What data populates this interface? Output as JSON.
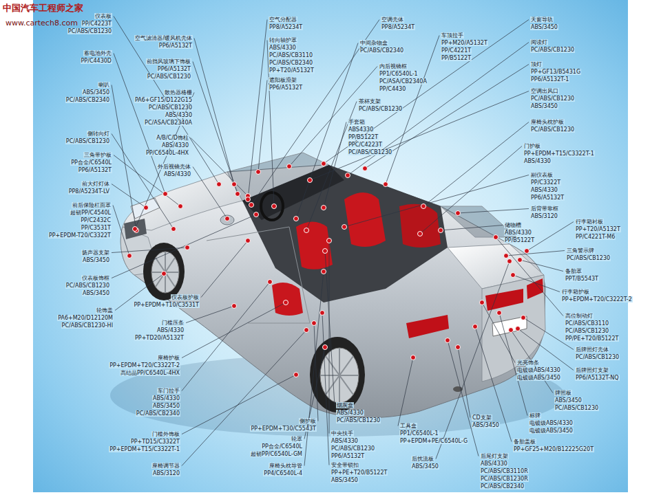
{
  "diagram": {
    "labels": [
      "中国汽车工程师之家",
      "www.cartech8.com",
      "仪表板",
      "PP/C4223T",
      "PC/ABS/CB1230",
      "蓄电池外壳",
      "PP/C4430D",
      "喇叭",
      "ABS/3450",
      "PC/ABS/CB2340",
      "侧转向灯",
      "PC/ABS/CB1230",
      "三角带护板",
      "PP合金/C6540L",
      "PP6/A5132T",
      "前大灯灯体",
      "PP8/A5234T-LV",
      "前后保险杠面罩",
      "超韧PP/C4540L",
      "PP/C2432C",
      "PP/C3531T",
      "PP+EPDM-T20/C3322T",
      "扬声器支架",
      "ABS/3450",
      "仪表板饰框",
      "PC/ABS/CB1230",
      "ABS/3450",
      "轮饰盖",
      "PA6+M20/D12120M",
      "PC/ABS/CB1230-HI",
      "空气滤清器/暖风机壳体",
      "PP6/A5132T",
      "前挡风玻璃下饰板",
      "PP6/A5132T",
      "PC/ABS/CB1230",
      "散热器格栅",
      "PA6+GF15/D122G15",
      "PC/ABS/CB1230",
      "ABS/4330",
      "PC/ASA/CB2340A",
      "A/B/C/D饰柱",
      "ABS/4330",
      "PP/C6540L-4HX",
      "外后视镜壳体",
      "ABS/4330",
      "仪表板护板",
      "PP+EPDM+T10/C3531T",
      "门槛压条",
      "ABS/4330",
      "PP+TD20/A5132T",
      "座椅护板",
      "PP+EPDM+T20/C3322T-2",
      "高结晶PP/C6540L-4HX",
      "车门拉手",
      "ABS/4330",
      "ABS/3450",
      "PC/ABS/CB2340",
      "门槛外饰板",
      "PP+TD15/C3322T",
      "PP+EPDM+T15/C3322T-1",
      "座椅调节器",
      "ABS/3120",
      "侧护板",
      "PP+EPDM+T30/C5543T",
      "轮罩",
      "PP合金/C6540L",
      "超韧PP/C6540L-GM",
      "座椅头枕导管",
      "PP4/C6540L-4",
      "烟灰盒",
      "ABS/4330",
      "PC/ABS/CB1230",
      "中央扶手",
      "ABS/4330",
      "PC/ABS/CB1230",
      "PP6/A5132T",
      "安全带锁扣",
      "PP+PE+T20/B5122T",
      "ABS/3450",
      "工具盒",
      "PP1/C6540L-1",
      "PP+EPDM+PE/C6540L-G",
      "后扰流板",
      "ABS/3450",
      "CD支架",
      "ABS/3450",
      "后尾灯支架",
      "ABS/4330",
      "PC/ABS/CB3110R",
      "PC/ABS/CB1230R",
      "PC/ABS/CB2340",
      "备胎盖板",
      "PP+GF25+M20/B12225G20T",
      "标牌",
      "电镀级ABS/4330",
      "电镀级ABS/3450",
      "牌照板",
      "ABS/3450",
      "PC/ABS/CB1230",
      "光亮饰条",
      "电镀级ABS/4330",
      "电镀级ABS/3450",
      "后牌照灯支架",
      "PP6/A5132T-NQ",
      "后牌照灯壳体",
      "PC/ABS/CB1230",
      "高位制动灯",
      "PC/ABS/CB3110",
      "PC/ABS/CB1230",
      "PP/PE+T20/B5122T",
      "行李箱护板",
      "PP+EPDM+T20/C3222T-2",
      "备胎罩",
      "PPT/B5543T",
      "三角警示牌",
      "PC/ABS/CB1230",
      "行李箱衬板",
      "PP+T20/A5132T",
      "PP/C4221T-M6",
      "储物槽",
      "ABS/4330",
      "PP/B5122T",
      "后背带靠框",
      "ABS/3120",
      "副仪表板",
      "PP/C3322T",
      "ABS/4330",
      "PP6/A5132T",
      "门护板",
      "PP+EPDM+T15/C3322T-1",
      "ABS/4330",
      "座椅头枕护板",
      "PC/ABS/CB1230",
      "空调出风口",
      "PC/ABS/CB1230",
      "ABS/3450",
      "顶灯",
      "PP+GF13/B5431G",
      "PP6/A5132T-1",
      "阅读灯",
      "PC/ABS/CB1230",
      "天窗导轨",
      "ABS/3450",
      "空气分配器",
      "PP8/A5234T",
      "转向轴护罩",
      "ABS/4330",
      "PC/ABS/CB3110",
      "PC/ABS/CB2340",
      "PP+T20/A5132T",
      "遮阳板滑架",
      "PP6/A5132T",
      "空调壳体",
      "PP8/A5234T",
      "中间杂物盒",
      "PC/ABS/CB2340",
      "车顶拉手",
      "PP+M20/A5132T",
      "PP/C4221T",
      "PP/B5122T",
      "内后视镜框",
      "PP1/C6540L-1",
      "PC/ASA/CB2340A",
      "PP/C4430",
      "茶杯支架",
      "PC/ABS/CB1230",
      "手套箱",
      "ABS4330",
      "PP/B5122T",
      "PPC/C4223T",
      "PC/ABS/CB1230"
    ]
  }
}
